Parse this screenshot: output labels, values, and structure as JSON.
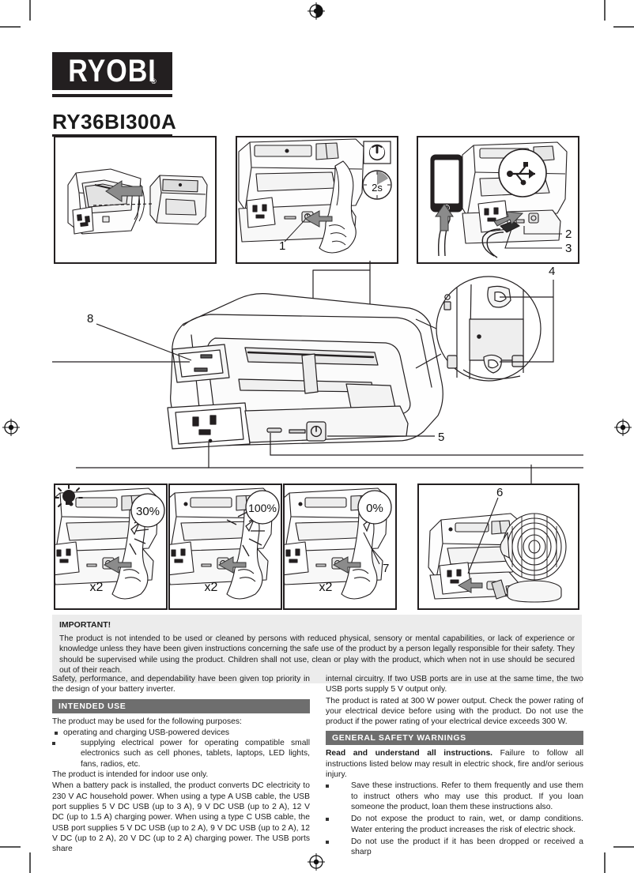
{
  "brand": {
    "logo_text": "RYOBI",
    "registered_mark": "®"
  },
  "model_number": "RY36BI300A",
  "figures": {
    "panel1": {
      "name": "install-battery-pack"
    },
    "panel2": {
      "name": "power-on",
      "hold_time": "2s",
      "callout": "1",
      "icon": "power-icon"
    },
    "panel3": {
      "name": "usb-charging",
      "icon": "usb-icon",
      "callout_a": "2",
      "callout_b": "3"
    },
    "main": {
      "name": "product-overview",
      "callout_8": "8",
      "callout_5": "5",
      "callout_4": "4"
    },
    "panel5": {
      "name": "battery-level-30",
      "percent": "30%",
      "press": "x2",
      "icon": "light-on-icon"
    },
    "panel6": {
      "name": "battery-level-100",
      "percent": "100%",
      "press": "x2"
    },
    "panel7": {
      "name": "battery-level-0",
      "percent": "0%",
      "press": "x2",
      "callout": "7"
    },
    "panel8": {
      "name": "ac-outlet-appliance",
      "callout": "6"
    }
  },
  "important": {
    "title": "IMPORTANT!",
    "body": "The product is not intended to be used or cleaned by persons with reduced physical, sensory or mental capabilities, or lack of experience or knowledge unless they have been given instructions concerning the safe use of the product by a person legally responsible for their safety. They should be supervised while using the product. Children shall not use, clean or play with the product, which when not in use should be secured out of their reach."
  },
  "left_column": {
    "intro": "Safety, performance, and dependability have been given top priority in the design of your battery inverter.",
    "section_title": "INTENDED USE",
    "purposes_lead": "The product may be used for the following purposes:",
    "bullets": [
      "operating and charging USB-powered devices",
      "supplying electrical power for operating compatible small electronics such as cell phones, tablets, laptops, LED lights, fans, radios, etc."
    ],
    "indoor_note": "The product is intended for indoor use only.",
    "specs": "When a battery pack is installed, the product converts DC electricity to 230 V AC household power. When using a type A USB cable, the USB port supplies 5 V DC USB (up to 3 A), 9 V DC USB (up to 2 A), 12 V DC (up to 1.5 A) charging power. When using a type C USB cable, the USB port supplies 5 V DC USB (up to 2 A), 9 V DC USB (up to 2 A), 12 V DC (up to 2 A), 20 V DC (up to 2 A) charging power. The USB ports share"
  },
  "right_column": {
    "continuation": "internal circuitry. If two USB ports are in use at the same time, the two USB ports supply 5 V output only.",
    "rating": "The product is rated at 300 W power output. Check the power rating of your electrical device before using with the product. Do not use the product if the power rating of your electrical device exceeds 300 W.",
    "section_title": "GENERAL SAFETY WARNINGS",
    "warning_lead_bold": "Read and understand all instructions.",
    "warning_lead_rest": " Failure to follow all instructions listed below may result in electric shock, fire and/or serious injury.",
    "warnings": [
      "Save these instructions. Refer to them frequently and use them to instruct others who may use this product. If you loan someone the product, loan them these instructions also.",
      "Do not expose the product to rain, wet, or damp conditions. Water entering the product increases the risk of electric shock.",
      "Do not use the product if it has been dropped or received a sharp"
    ]
  },
  "colors": {
    "brand_black": "#231f20",
    "section_header_gray": "#6e6e6e",
    "important_bg": "#ececec",
    "line": "#231f20"
  }
}
